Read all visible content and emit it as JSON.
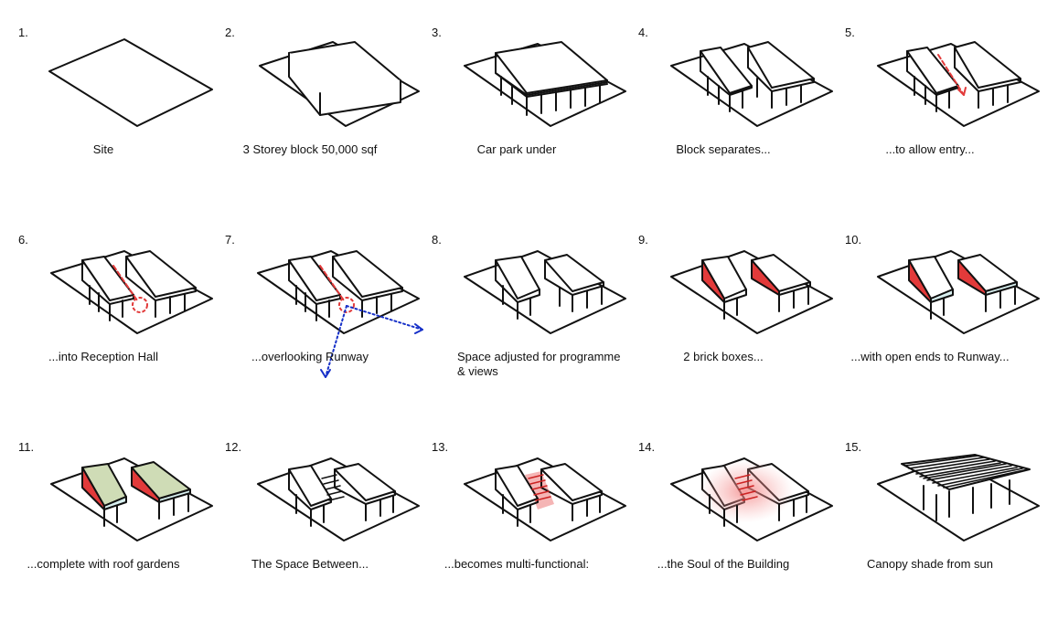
{
  "colors": {
    "ink": "#111111",
    "brick": "#e23a3a",
    "glass": "#d8f0f0",
    "roof_garden": "#cfdcb6",
    "route": "#e23a3a",
    "view_arrow": "#1630c8",
    "soul_glow": "#f7a9a9"
  },
  "steps": [
    {
      "num": "1.",
      "caption": "Site"
    },
    {
      "num": "2.",
      "caption": "3 Storey block 50,000 sqf"
    },
    {
      "num": "3.",
      "caption": "Car park under"
    },
    {
      "num": "4.",
      "caption": "Block separates..."
    },
    {
      "num": "5.",
      "caption": "...to allow entry..."
    },
    {
      "num": "6.",
      "caption": "...into Reception Hall"
    },
    {
      "num": "7.",
      "caption": "...overlooking Runway"
    },
    {
      "num": "8.",
      "caption": "Space adjusted for programme & views"
    },
    {
      "num": "9.",
      "caption": "2 brick boxes..."
    },
    {
      "num": "10.",
      "caption": "...with open ends to Runway..."
    },
    {
      "num": "11.",
      "caption": "...complete with roof gardens"
    },
    {
      "num": "12.",
      "caption": "The Space Between..."
    },
    {
      "num": "13.",
      "caption": "...becomes multi-functional:"
    },
    {
      "num": "14.",
      "caption": "...the Soul of the Building"
    },
    {
      "num": "15.",
      "caption": "Canopy shade from sun"
    }
  ]
}
